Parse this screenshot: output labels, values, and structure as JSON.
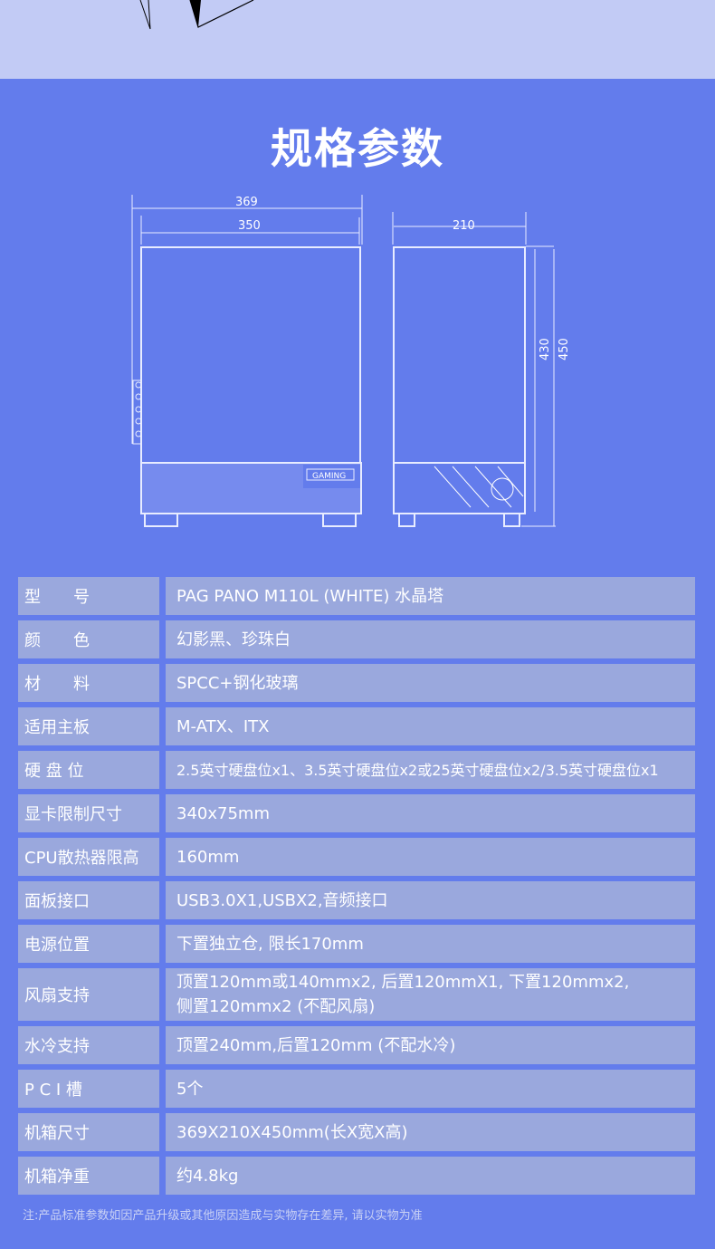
{
  "header": {
    "title": "规格参数"
  },
  "drawing": {
    "dim_total_length": "369",
    "dim_length": "350",
    "dim_width": "210",
    "dim_height_body": "430",
    "dim_height_total": "450",
    "badge": "GAMING"
  },
  "specs": [
    {
      "label": "型　　号",
      "value": "PAG PANO M110L (WHITE) 水晶塔"
    },
    {
      "label": "颜　　色",
      "value": "幻影黑、珍珠白"
    },
    {
      "label": "材　　料",
      "value": "SPCC+钢化玻璃"
    },
    {
      "label": "适用主板",
      "value": "M-ATX、ITX"
    },
    {
      "label": "硬 盘 位",
      "value": "2.5英寸硬盘位x1、3.5英寸硬盘位x2或25英寸硬盘位x2/3.5英寸硬盘位x1"
    },
    {
      "label": "显卡限制尺寸",
      "value": "340x75mm"
    },
    {
      "label": "CPU散热器限高",
      "value": "160mm"
    },
    {
      "label": "面板接口",
      "value": "USB3.0X1,USBX2,音频接口"
    },
    {
      "label": "电源位置",
      "value": "下置独立仓, 限长170mm"
    },
    {
      "label": "风扇支持",
      "value": "顶置120mm或140mmx2, 后置120mmX1, 下置120mmx2,",
      "value2": "侧置120mmx2 (不配风扇)"
    },
    {
      "label": "水冷支持",
      "value": "顶置240mm,后置120mm (不配水冷)"
    },
    {
      "label": "P C I 槽",
      "value": "5个"
    },
    {
      "label": "机箱尺寸",
      "value": "369X210X450mm(长X宽X高)"
    },
    {
      "label": "机箱净重",
      "value": "约4.8kg"
    }
  ],
  "note": "注:产品标准参数如因产品升级或其他原因造成与实物存在差异, 请以实物为准"
}
